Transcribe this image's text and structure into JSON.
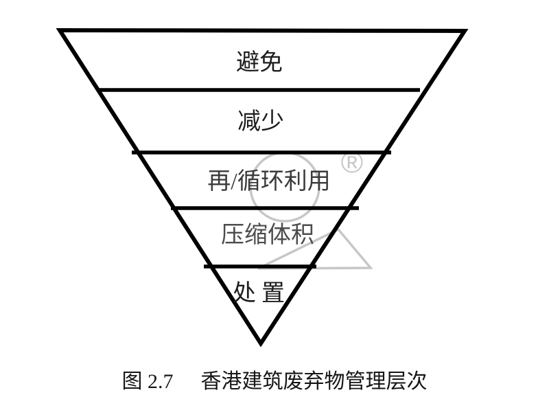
{
  "figure": {
    "kind": "inverted-pyramid-hierarchy",
    "levels": [
      {
        "rank": 1,
        "label": "避免",
        "color": "#1d1d1d"
      },
      {
        "rank": 2,
        "label": "减少",
        "color": "#1d1d1d"
      },
      {
        "rank": 3,
        "label": "再/循环利用",
        "color": "#3a3a3a"
      },
      {
        "rank": 4,
        "label": "压缩体积",
        "color": "#4c4c4c"
      },
      {
        "rank": 5,
        "label": "处置",
        "color": "#1d1d1d"
      }
    ],
    "caption": {
      "figure_number": "图 2.7",
      "title": "香港建筑废弃物管理层次"
    },
    "watermark": {
      "registered_mark": "®",
      "color": "#c7c7c7"
    },
    "colors": {
      "line": "#000000",
      "background": "#ffffff"
    }
  }
}
